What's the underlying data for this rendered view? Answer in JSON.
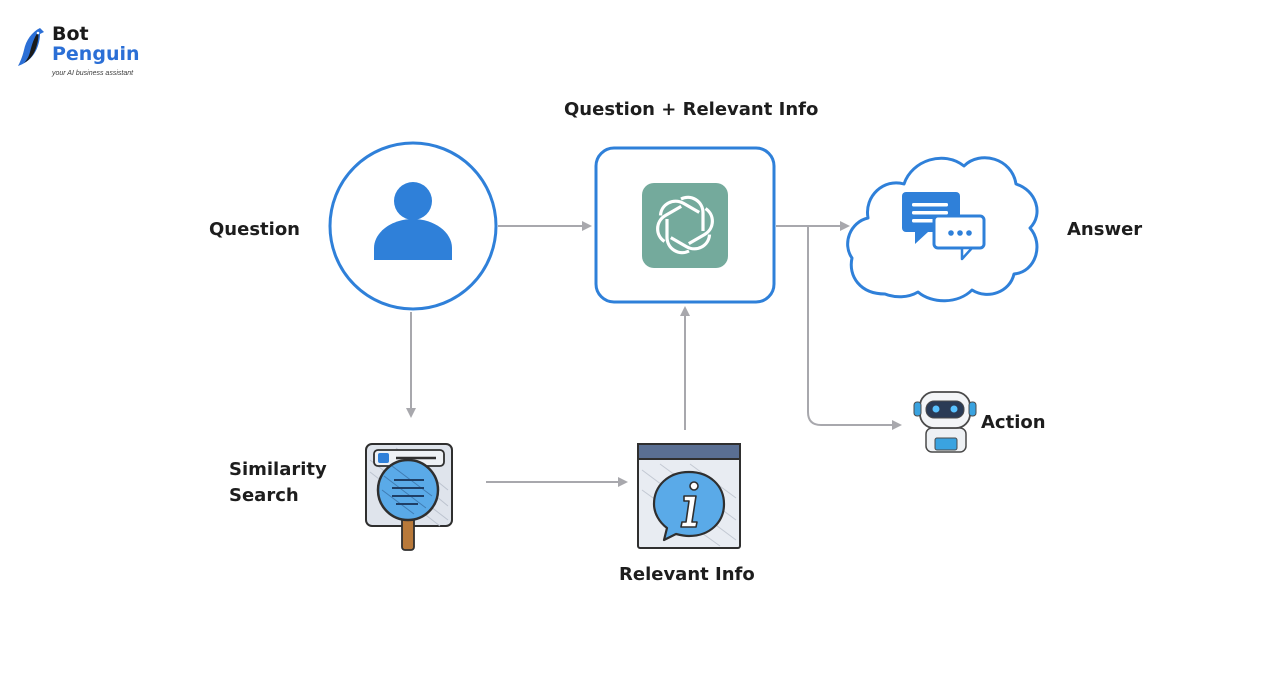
{
  "brand": {
    "name_line1": "Bot",
    "name_line2": "Penguin",
    "tagline": "your AI business assistant"
  },
  "labels": {
    "top": "Question + Relevant Info",
    "question": "Question",
    "answer": "Answer",
    "action": "Action",
    "similarity_line1": "Similarity",
    "similarity_line2": "Search",
    "relevant_info": "Relevant Info"
  },
  "colors": {
    "accent_blue": "#2f80d9",
    "arrow_gray": "#a8a8ad",
    "gpt_green": "#74aa9c",
    "text_dark": "#1d1d1d"
  },
  "icons": {
    "user": "user-icon",
    "gpt": "openai-logo-icon",
    "chat": "chat-bubbles-icon",
    "robot": "robot-icon",
    "search_doc": "magnifier-document-icon",
    "info": "info-icon"
  }
}
